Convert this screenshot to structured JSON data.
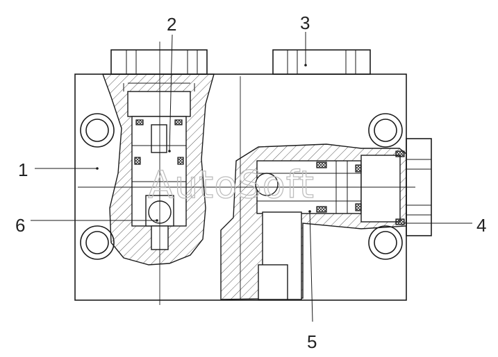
{
  "watermark": "AutoSoft",
  "callouts": [
    {
      "id": "1",
      "label": "1"
    },
    {
      "id": "2",
      "label": "2"
    },
    {
      "id": "3",
      "label": "3"
    },
    {
      "id": "4",
      "label": "4"
    },
    {
      "id": "5",
      "label": "5"
    },
    {
      "id": "6",
      "label": "6"
    }
  ],
  "colors": {
    "line": "#1a1a1a",
    "background": "#ffffff",
    "watermark": "#bdbdbd"
  }
}
